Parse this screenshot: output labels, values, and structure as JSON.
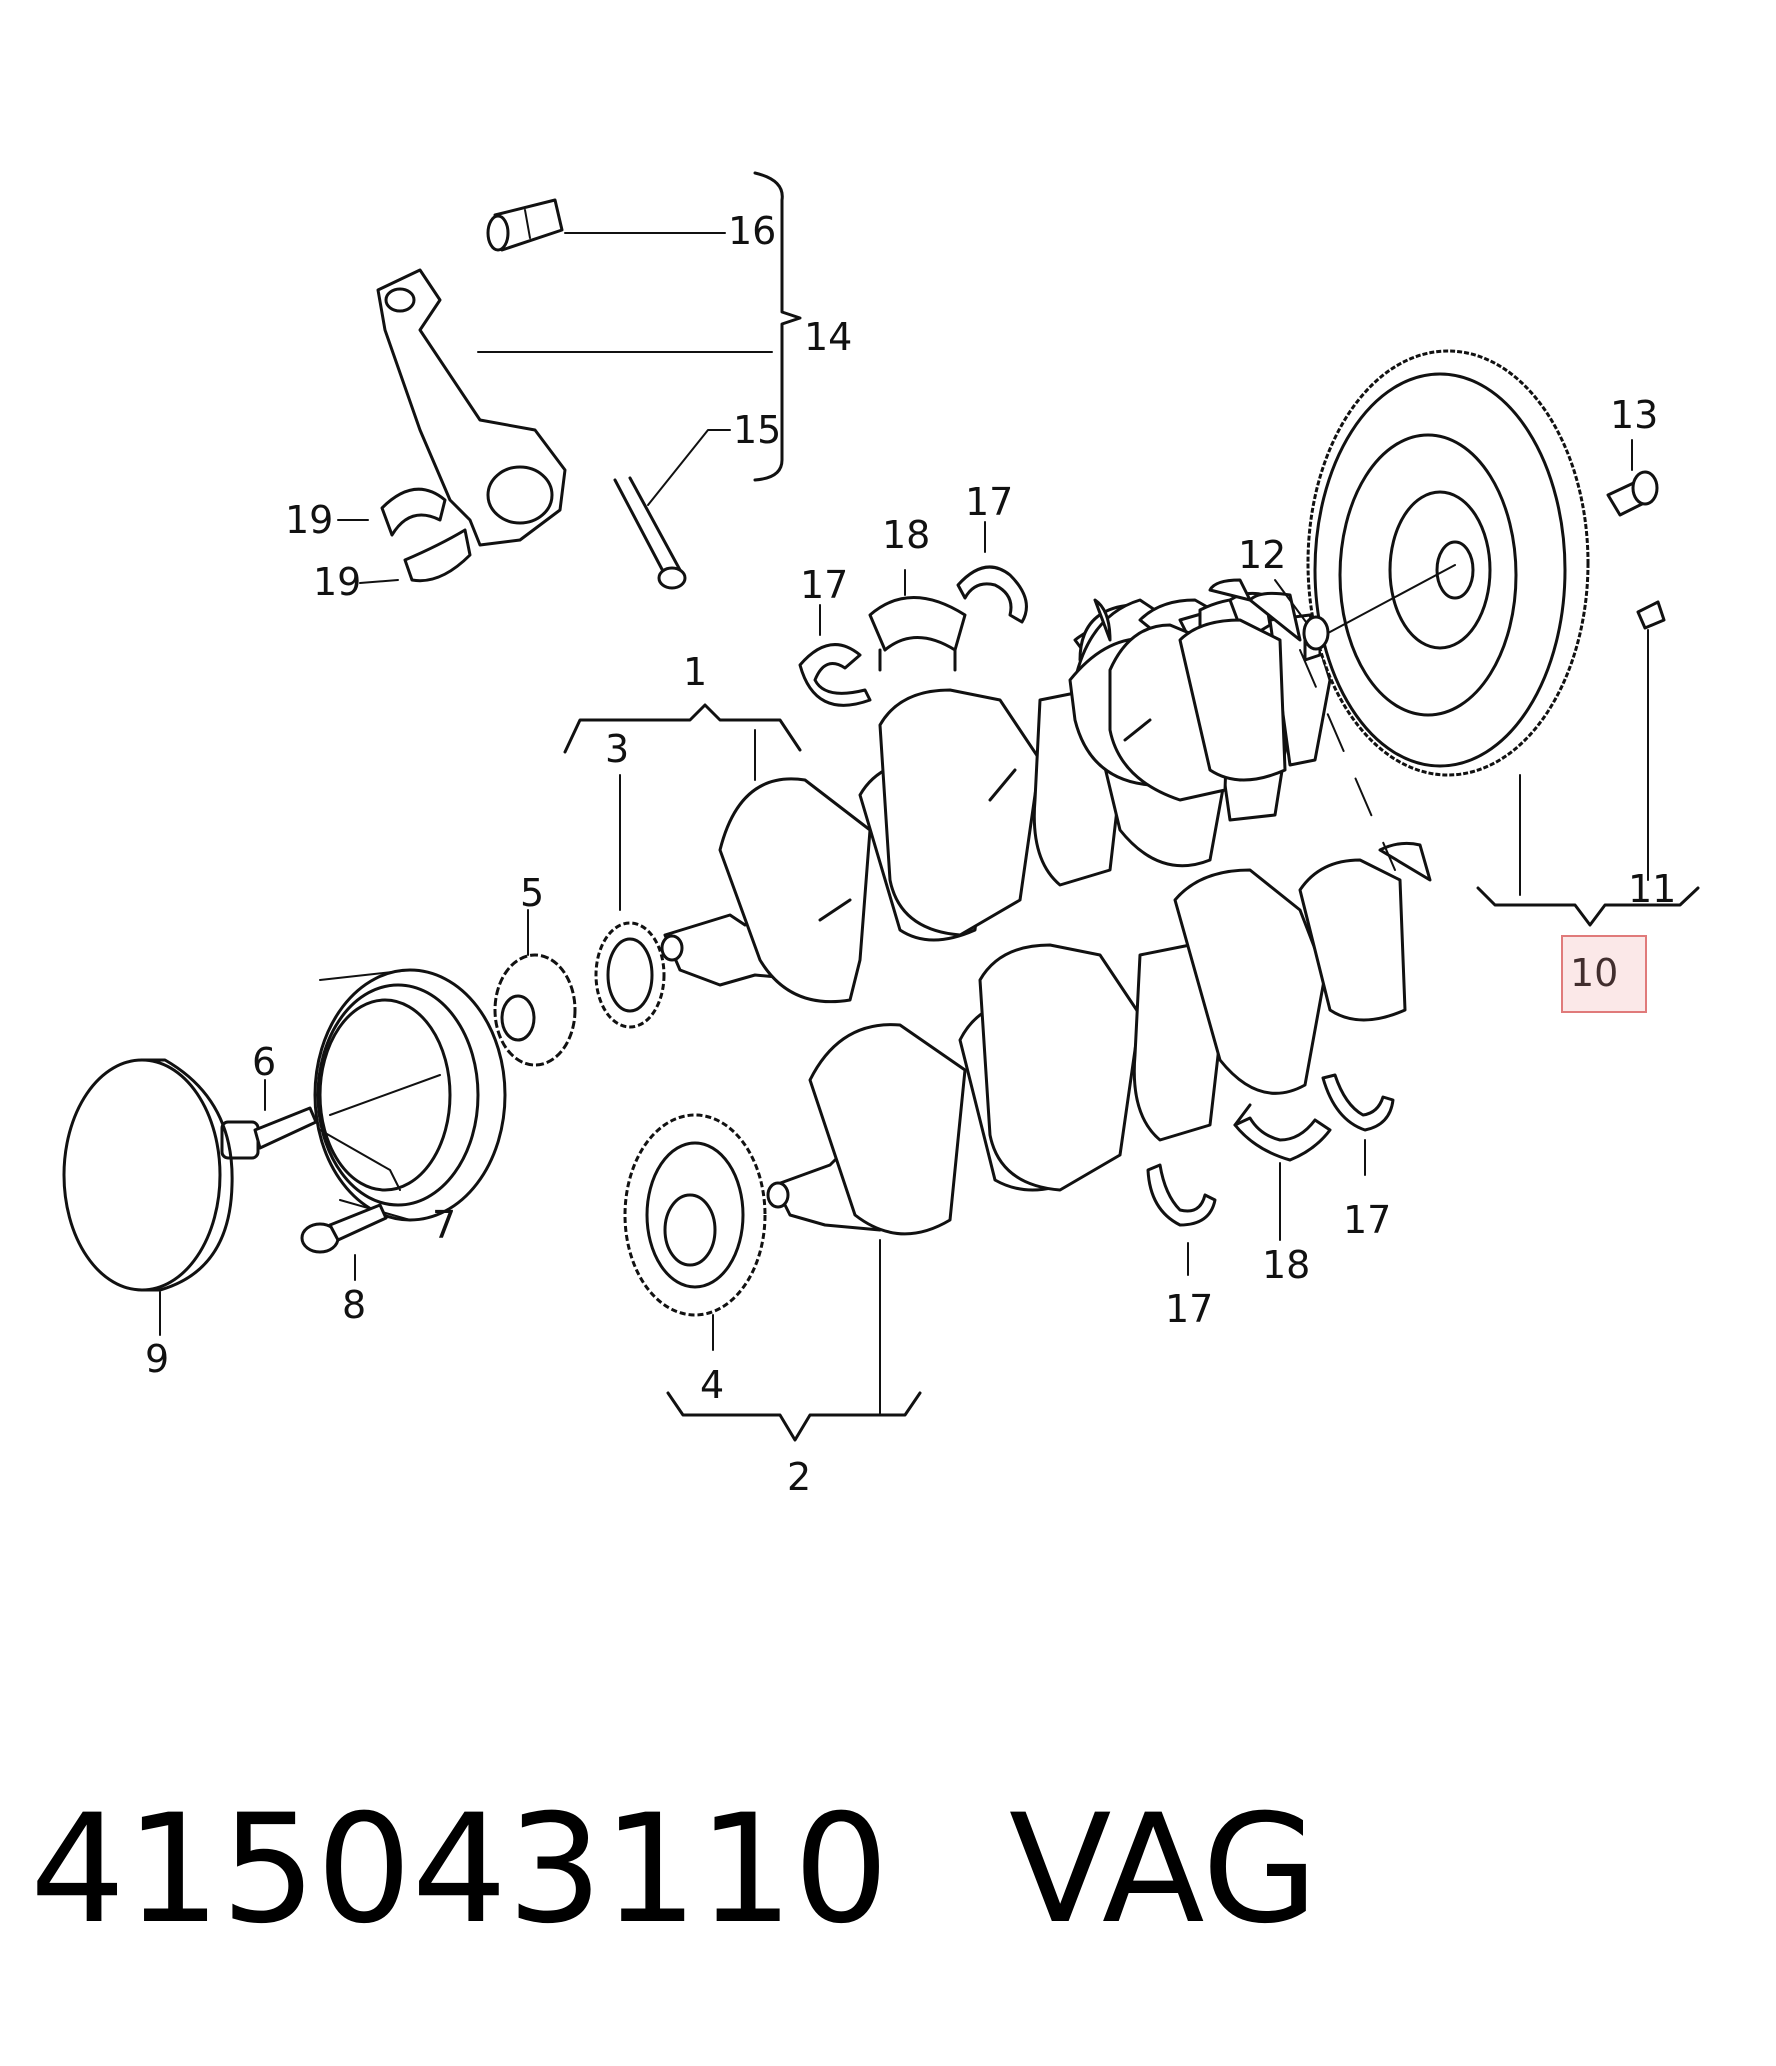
{
  "callouts": {
    "c1": "1",
    "c2": "2",
    "c3": "3",
    "c4": "4",
    "c5": "5",
    "c6": "6",
    "c7": "7",
    "c8": "8",
    "c9": "9",
    "c10": "10",
    "c11": "11",
    "c12": "12",
    "c13": "13",
    "c14": "14",
    "c15": "15",
    "c16": "16",
    "c17a": "17",
    "c17b": "17",
    "c17c": "17",
    "c17d": "17",
    "c18a": "18",
    "c18b": "18",
    "c19a": "19",
    "c19b": "19"
  },
  "highlighted_callout": "10",
  "highlight_color": "#e07a7a",
  "footer": {
    "part_number": "415043110",
    "brand": "VAG"
  }
}
